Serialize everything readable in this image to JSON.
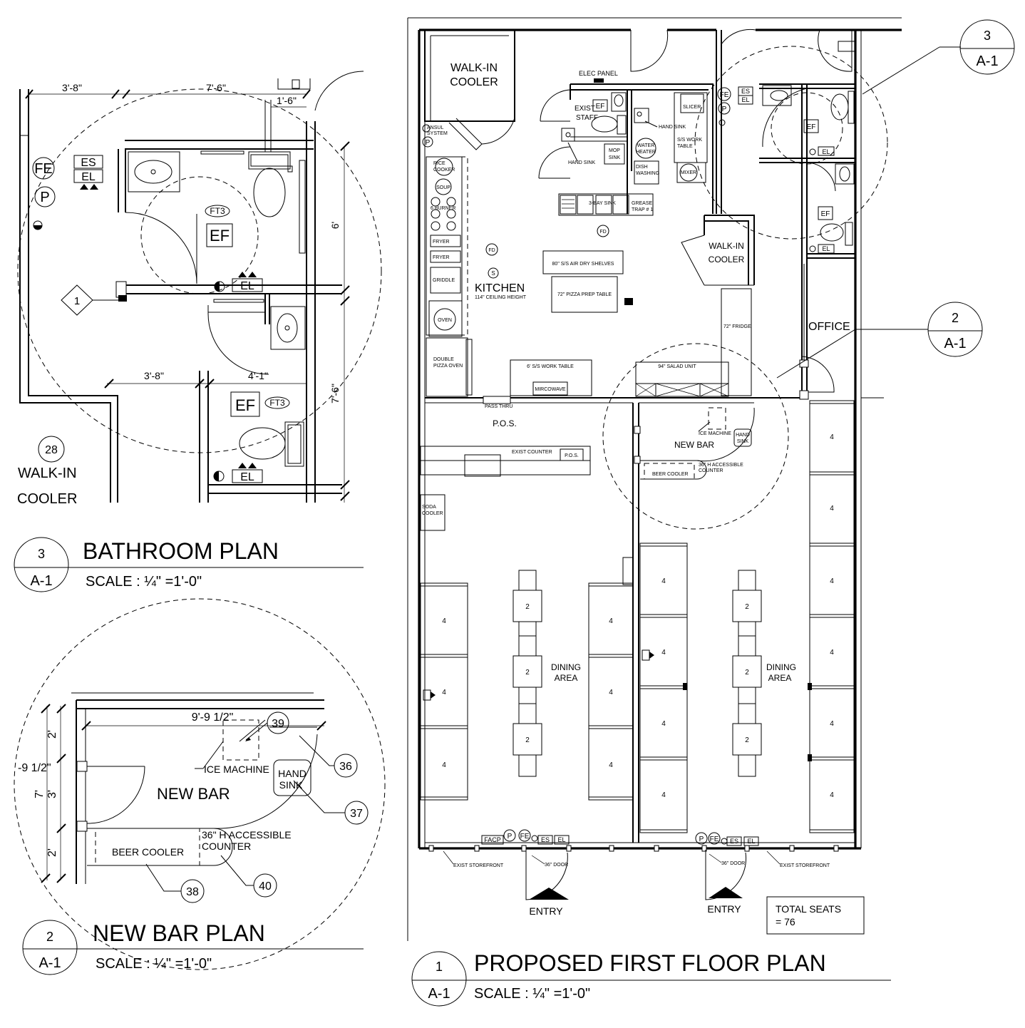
{
  "bathroom": {
    "dims": {
      "d1": "3'-8\"",
      "d2": "7'-6\"",
      "d3": "1'-6\"",
      "d4": "6'",
      "d5": "3'-8\"",
      "d6": "4'-1\"",
      "d7": "7'-6\""
    },
    "fe": "FE",
    "p": "P",
    "es": "ES",
    "el1": "EL",
    "el2": "EL",
    "el3": "EL",
    "ft3a": "FT3",
    "ft3b": "FT3",
    "ef1": "EF",
    "ef2": "EF",
    "marker": "1",
    "tag28": "28",
    "walkin1": "WALK-IN",
    "walkin2": "COOLER"
  },
  "barplan": {
    "dims": {
      "d1": "9'-9 1/2\"",
      "d2": "-9 1/2\"",
      "d3": "2'",
      "d4": "3'",
      "d5": "2'",
      "d6": "7'"
    },
    "ice_machine": "ICE MACHINE",
    "new_bar": "NEW BAR",
    "hand_sink1": "HAND",
    "hand_sink2": "SINK",
    "counter1": "36\" H ACCESSIBLE",
    "counter2": "COUNTER",
    "beer_cooler": "BEER COOLER",
    "tags": {
      "t36": "36",
      "t37": "37",
      "t38": "38",
      "t39": "39",
      "t40": "40"
    }
  },
  "floor": {
    "walkin_a": "WALK-IN",
    "walkin_b": "COOLER",
    "ansul1": "ANSUL",
    "ansul2": "SYSTEM",
    "p": "P",
    "elec_panel": "ELEC PANEL",
    "exist": "EXIST",
    "staff": "STAFF",
    "ef": "EF",
    "hand_sink_a": "HAND SINK",
    "hand_sink_b": "HAND SINK",
    "mop1": "MOP",
    "mop2": "SINK",
    "water1": "WATER",
    "water2": "HEATER",
    "dish1": "DISH",
    "dish2": "WASHING",
    "slicer": "SLICER",
    "ss_work1": "S/S WORK",
    "ss_work2": "TABLE",
    "mixer": "MIXER",
    "three_bay": "3-BAY SINK",
    "grease1": "GREASE",
    "grease2": "TRAP # 1",
    "fd1": "FD",
    "fd2": "FD",
    "rice1": "RICE",
    "rice2": "COOKER",
    "soup": "SOUP",
    "burner": "6 BURNER",
    "fryer1": "FRYER",
    "fryer2": "FRYER",
    "griddle": "GRIDDLE",
    "oven": "OVEN",
    "double1": "DOUBLE",
    "double2": "PIZZA OVEN",
    "s": "S",
    "kitchen": "KITCHEN",
    "ceiling": "114\" CEILING HEIGHT",
    "air_dry": "80\" S/S AIR DRY SHELVES",
    "pizza_prep": "72\" PIZZA PREP TABLE",
    "walkin2_a": "WALK-IN",
    "walkin2_b": "COOLER",
    "fridge": "72\" FRIDGE",
    "ss_work6": "6' S/S WORK TABLE",
    "microwave": "MIRCOWAVE",
    "pass_thru": "PASS THRU",
    "pos": "P.O.S.",
    "exist_counter": "EXIST COUNTER",
    "pos_box": "P.O.S.",
    "salad": "94\" SALAD UNIT",
    "ice_machine": "ICE MACHINE",
    "new_bar": "NEW BAR",
    "hand1": "HAND",
    "hand2": "SINK",
    "counter1": "36\" H ACCESSIBLE",
    "counter2": "COUNTER",
    "beer_cooler": "BEER COOLER",
    "soda1": "SODA",
    "soda2": "COOLER",
    "fe_r": "FE",
    "es_r": "ES",
    "el_r": "EL",
    "p_r": "P",
    "ef_r1": "EF",
    "ef_r2": "EF",
    "el_r2": "EL",
    "el_r3": "EL",
    "office": "OFFICE",
    "dining1": "DINING",
    "dining2": "AREA",
    "dining3": "DINING",
    "dining4": "AREA",
    "facp": "FACP",
    "p_b1": "P",
    "fe_b1": "FE",
    "es_b1": "ES",
    "el_b1": "EL",
    "p_b2": "P",
    "fe_b2": "FE",
    "es_b2": "ES",
    "el_b2": "EL",
    "exist_store1": "EXIST STOREFRONT",
    "door1": "36\" DOOR",
    "entry1": "ENTRY",
    "exist_store2": "EXIST STOREFRONT",
    "door2": "36\" DOOR",
    "entry2": "ENTRY",
    "total1": "TOTAL SEATS",
    "total2": "= 76",
    "seat4": "4",
    "seat2": "2"
  },
  "titles": {
    "bath": {
      "num": "3",
      "sheet": "A-1",
      "title": "BATHROOM PLAN",
      "scale": "SCALE : ¼\" =1'-0\""
    },
    "bar": {
      "num": "2",
      "sheet": "A-1",
      "title": "NEW BAR PLAN",
      "scale": "SCALE : ¼\" =1'-0\""
    },
    "floor": {
      "num": "1",
      "sheet": "A-1",
      "title": "PROPOSED FIRST FLOOR PLAN",
      "scale": "SCALE : ¼\" =1'-0\""
    }
  },
  "callouts": {
    "c3": {
      "num": "3",
      "sheet": "A-1"
    },
    "c2": {
      "num": "2",
      "sheet": "A-1"
    }
  }
}
